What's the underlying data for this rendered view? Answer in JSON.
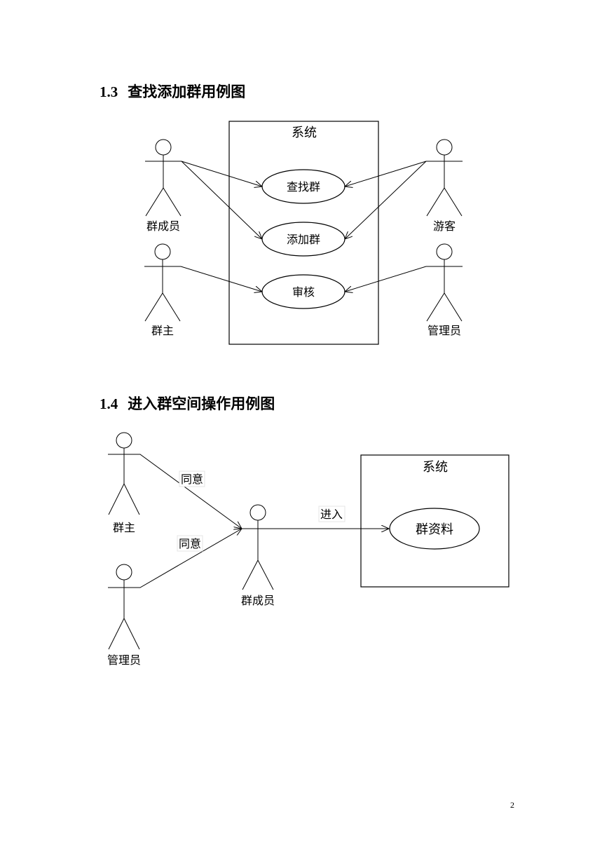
{
  "section_1_3": {
    "number": "1.3",
    "title": "查找添加群用例图",
    "system_label": "系统",
    "use_cases": {
      "find_group": "查找群",
      "add_group": "添加群",
      "review": "审核"
    },
    "actors": {
      "group_member": "群成员",
      "visitor": "游客",
      "group_owner": "群主",
      "admin": "管理员"
    }
  },
  "section_1_4": {
    "number": "1.4",
    "title": "进入群空间操作用例图",
    "system_label": "系统",
    "use_cases": {
      "group_profile": "群资料"
    },
    "actors": {
      "group_owner": "群主",
      "admin": "管理员",
      "group_member": "群成员"
    },
    "edge_labels": {
      "owner_agree": "同意",
      "admin_agree": "同意",
      "enter": "进入"
    }
  },
  "page_number": "2"
}
